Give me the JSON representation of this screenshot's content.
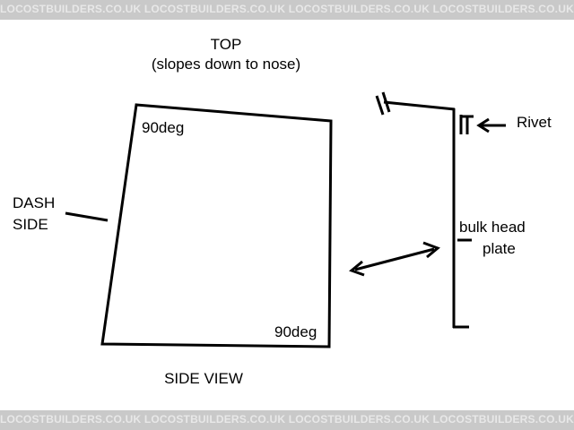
{
  "watermark": {
    "repeat_text": "LOCOSTBUILDERS.CO.UK  LOCOSTBUILDERS.CO.UK  LOCOSTBUILDERS.CO.UK  LOCOSTBUILDERS.CO.UK  LOCOSTBUILDERS.CO.UK  LOCOSTBUILDERS.CO.UK  LOCOSTBUILDERS.CO.UK"
  },
  "labels": {
    "top": "TOP",
    "top_note": "(slopes down to nose)",
    "angle_top": "90deg",
    "angle_bottom": "90deg",
    "dash": "DASH",
    "side": "SIDE",
    "rivet": "Rivet",
    "bulkhead_line1": "bulk head",
    "bulkhead_line2": "plate",
    "view": "SIDE VIEW"
  },
  "colors": {
    "ink": "#000000",
    "banner": "#c9c9c9",
    "background": "#ffffff"
  }
}
